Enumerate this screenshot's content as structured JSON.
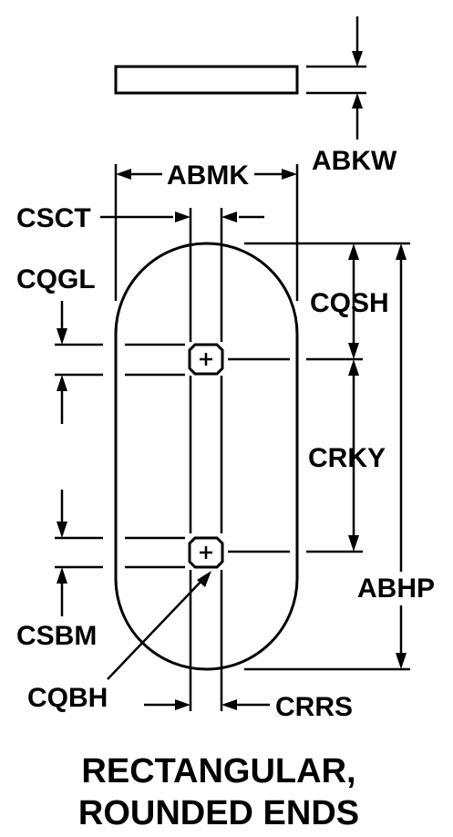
{
  "labels": {
    "abkw": "ABKW",
    "abmk": "ABMK",
    "csct": "CSCT",
    "cqgl": "CQGL",
    "cqsh": "CQSH",
    "crky": "CRKY",
    "abhp": "ABHP",
    "csbm": "CSBM",
    "cqbh": "CQBH",
    "crrs": "CRRS"
  },
  "title": {
    "line1": "RECTANGULAR,",
    "line2": "ROUNDED ENDS"
  },
  "colors": {
    "ink": "#000000",
    "background": "#ffffff"
  }
}
